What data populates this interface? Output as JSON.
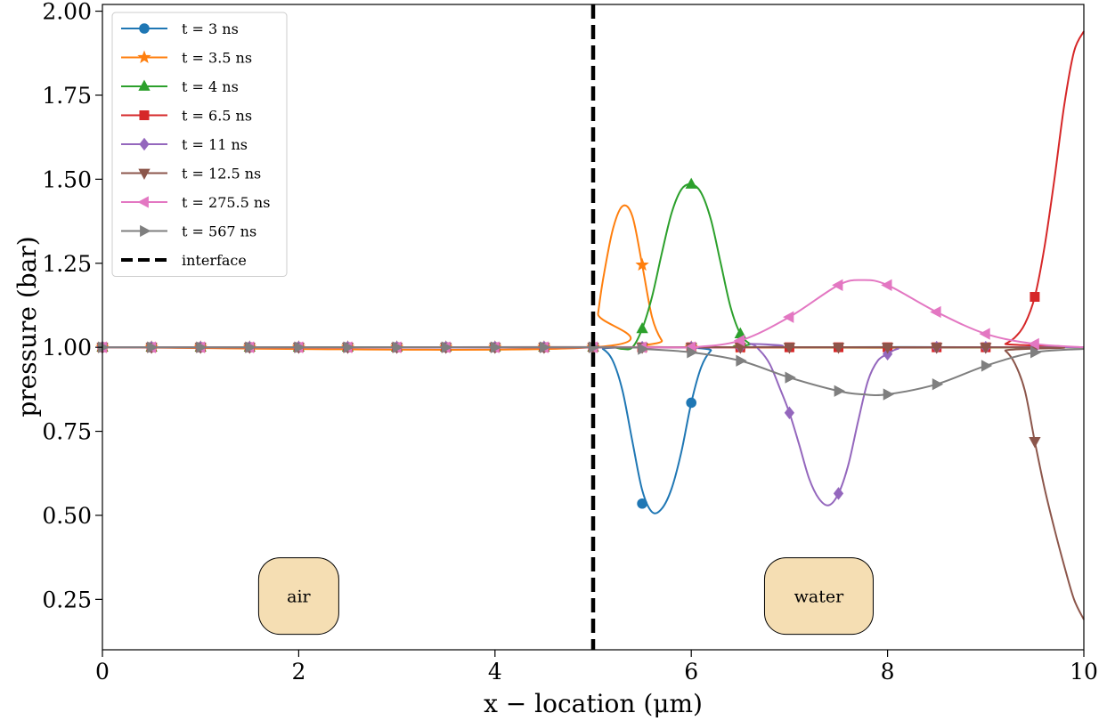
{
  "chart_data": {
    "type": "line",
    "xlabel": "x − location (μm)",
    "ylabel": "pressure (bar)",
    "xlim": [
      0,
      10
    ],
    "ylim": [
      0.1,
      2.02
    ],
    "xticks": [
      0,
      2,
      4,
      6,
      8,
      10
    ],
    "xtick_labels": [
      "0",
      "2",
      "4",
      "6",
      "8",
      "10"
    ],
    "yticks": [
      0.25,
      0.5,
      0.75,
      1.0,
      1.25,
      1.5,
      1.75,
      2.0
    ],
    "ytick_labels": [
      "0.25",
      "0.50",
      "0.75",
      "1.00",
      "1.25",
      "1.50",
      "1.75",
      "2.00"
    ],
    "grid": false,
    "legend_position": "top-left",
    "interface": {
      "x": 5,
      "label": "interface",
      "color": "#000000"
    },
    "annotations": [
      {
        "text": "air",
        "x": 2.0,
        "y": 0.26
      },
      {
        "text": "water",
        "x": 7.3,
        "y": 0.26
      }
    ],
    "series": [
      {
        "name": "t = 3 ns",
        "color": "#1f77b4",
        "marker": "circle",
        "curve": [
          [
            0,
            1
          ],
          [
            5,
            1
          ],
          [
            5.1,
            0.995
          ],
          [
            5.2,
            0.96
          ],
          [
            5.3,
            0.87
          ],
          [
            5.4,
            0.72
          ],
          [
            5.5,
            0.575
          ],
          [
            5.6,
            0.51
          ],
          [
            5.7,
            0.52
          ],
          [
            5.8,
            0.58
          ],
          [
            5.9,
            0.69
          ],
          [
            6.0,
            0.835
          ],
          [
            6.1,
            0.94
          ],
          [
            6.2,
            0.99
          ],
          [
            6.3,
            1.0
          ],
          [
            10,
            1
          ]
        ],
        "markers": [
          [
            0,
            1
          ],
          [
            0.5,
            1
          ],
          [
            1,
            1
          ],
          [
            1.5,
            1
          ],
          [
            2,
            1
          ],
          [
            2.5,
            1
          ],
          [
            3,
            1
          ],
          [
            3.5,
            1
          ],
          [
            4,
            1
          ],
          [
            4.5,
            1
          ],
          [
            5,
            1
          ],
          [
            5.5,
            0.535
          ],
          [
            6,
            0.835
          ],
          [
            6.5,
            1
          ]
        ]
      },
      {
        "name": "t = 3.5 ns",
        "color": "#ff7f0e",
        "marker": "star",
        "curve": [
          [
            0,
            1
          ],
          [
            5,
            1
          ],
          [
            5.05,
            1.1
          ],
          [
            5.1,
            1.2
          ],
          [
            5.2,
            1.35
          ],
          [
            5.3,
            1.42
          ],
          [
            5.4,
            1.39
          ],
          [
            5.5,
            1.245
          ],
          [
            5.6,
            1.09
          ],
          [
            5.7,
            1.02
          ],
          [
            5.8,
            1.0
          ],
          [
            10,
            1
          ]
        ],
        "markers": [
          [
            0,
            1
          ],
          [
            0.5,
            1
          ],
          [
            1,
            1
          ],
          [
            1.5,
            1
          ],
          [
            2,
            1
          ],
          [
            2.5,
            1
          ],
          [
            3,
            1
          ],
          [
            3.5,
            1
          ],
          [
            4,
            1
          ],
          [
            4.5,
            1
          ],
          [
            5,
            1
          ],
          [
            5.5,
            1.245
          ],
          [
            6,
            1
          ],
          [
            6.5,
            1
          ]
        ]
      },
      {
        "name": "t = 4 ns",
        "color": "#2ca02c",
        "marker": "triangle-up",
        "curve": [
          [
            0,
            1
          ],
          [
            5,
            1
          ],
          [
            5.2,
            1.0
          ],
          [
            5.3,
            0.995
          ],
          [
            5.4,
            1.0
          ],
          [
            5.5,
            1.055
          ],
          [
            5.6,
            1.15
          ],
          [
            5.7,
            1.28
          ],
          [
            5.8,
            1.4
          ],
          [
            5.9,
            1.47
          ],
          [
            6.0,
            1.485
          ],
          [
            6.1,
            1.46
          ],
          [
            6.2,
            1.38
          ],
          [
            6.3,
            1.25
          ],
          [
            6.4,
            1.12
          ],
          [
            6.5,
            1.04
          ],
          [
            6.6,
            1.01
          ],
          [
            6.7,
            1.0
          ],
          [
            10,
            1
          ]
        ],
        "markers": [
          [
            0,
            1
          ],
          [
            0.5,
            1
          ],
          [
            1,
            1
          ],
          [
            1.5,
            1
          ],
          [
            2,
            1
          ],
          [
            2.5,
            1
          ],
          [
            3,
            1
          ],
          [
            3.5,
            1
          ],
          [
            4,
            1
          ],
          [
            4.5,
            1
          ],
          [
            5,
            1
          ],
          [
            5.5,
            1.055
          ],
          [
            6,
            1.485
          ],
          [
            6.5,
            1.04
          ]
        ]
      },
      {
        "name": "t = 6.5 ns",
        "color": "#d62728",
        "marker": "square",
        "curve": [
          [
            0,
            1
          ],
          [
            9.1,
            1
          ],
          [
            9.2,
            1.01
          ],
          [
            9.3,
            1.03
          ],
          [
            9.4,
            1.07
          ],
          [
            9.5,
            1.15
          ],
          [
            9.6,
            1.3
          ],
          [
            9.7,
            1.5
          ],
          [
            9.8,
            1.72
          ],
          [
            9.9,
            1.88
          ],
          [
            10,
            1.94
          ]
        ],
        "markers": [
          [
            0,
            1
          ],
          [
            0.5,
            1
          ],
          [
            1,
            1
          ],
          [
            1.5,
            1
          ],
          [
            2,
            1
          ],
          [
            2.5,
            1
          ],
          [
            3,
            1
          ],
          [
            3.5,
            1
          ],
          [
            4,
            1
          ],
          [
            4.5,
            1
          ],
          [
            5,
            1
          ],
          [
            5.5,
            1
          ],
          [
            6,
            1
          ],
          [
            6.5,
            1
          ],
          [
            7,
            1
          ],
          [
            7.5,
            1
          ],
          [
            8,
            1
          ],
          [
            8.5,
            1
          ],
          [
            9,
            1
          ],
          [
            9.5,
            1.15
          ]
        ]
      },
      {
        "name": "t = 11 ns",
        "color": "#9467bd",
        "marker": "diamond",
        "curve": [
          [
            0,
            1
          ],
          [
            6.4,
            1
          ],
          [
            6.6,
            1.01
          ],
          [
            6.7,
            0.99
          ],
          [
            6.8,
            0.95
          ],
          [
            6.9,
            0.88
          ],
          [
            7.0,
            0.805
          ],
          [
            7.1,
            0.71
          ],
          [
            7.2,
            0.61
          ],
          [
            7.3,
            0.55
          ],
          [
            7.4,
            0.53
          ],
          [
            7.5,
            0.565
          ],
          [
            7.6,
            0.65
          ],
          [
            7.7,
            0.78
          ],
          [
            7.8,
            0.9
          ],
          [
            7.9,
            0.96
          ],
          [
            8.0,
            0.98
          ],
          [
            8.1,
            0.995
          ],
          [
            8.3,
            1.0
          ],
          [
            10,
            1
          ]
        ],
        "markers": [
          [
            0,
            1
          ],
          [
            0.5,
            1
          ],
          [
            1,
            1
          ],
          [
            1.5,
            1
          ],
          [
            2,
            1
          ],
          [
            2.5,
            1
          ],
          [
            3,
            1
          ],
          [
            3.5,
            1
          ],
          [
            4,
            1
          ],
          [
            4.5,
            1
          ],
          [
            5,
            1
          ],
          [
            5.5,
            1
          ],
          [
            6,
            1
          ],
          [
            6.5,
            1
          ],
          [
            7,
            0.805
          ],
          [
            7.5,
            0.565
          ],
          [
            8,
            0.98
          ],
          [
            8.5,
            1
          ],
          [
            9,
            1
          ],
          [
            9.5,
            1
          ]
        ]
      },
      {
        "name": "t = 12.5 ns",
        "color": "#8c564b",
        "marker": "triangle-down",
        "curve": [
          [
            0,
            1
          ],
          [
            9.1,
            1
          ],
          [
            9.2,
            0.99
          ],
          [
            9.3,
            0.95
          ],
          [
            9.4,
            0.87
          ],
          [
            9.5,
            0.72
          ],
          [
            9.6,
            0.58
          ],
          [
            9.7,
            0.46
          ],
          [
            9.8,
            0.35
          ],
          [
            9.9,
            0.25
          ],
          [
            10,
            0.19
          ]
        ],
        "markers": [
          [
            0,
            1
          ],
          [
            0.5,
            1
          ],
          [
            1,
            1
          ],
          [
            1.5,
            1
          ],
          [
            2,
            1
          ],
          [
            2.5,
            1
          ],
          [
            3,
            1
          ],
          [
            3.5,
            1
          ],
          [
            4,
            1
          ],
          [
            4.5,
            1
          ],
          [
            5,
            1
          ],
          [
            5.5,
            1
          ],
          [
            6,
            1
          ],
          [
            6.5,
            1
          ],
          [
            7,
            1
          ],
          [
            7.5,
            1
          ],
          [
            8,
            1
          ],
          [
            8.5,
            1
          ],
          [
            9,
            1
          ],
          [
            9.5,
            0.72
          ]
        ]
      },
      {
        "name": "t = 275.5 ns",
        "color": "#e377c2",
        "marker": "triangle-left",
        "curve": [
          [
            0,
            1
          ],
          [
            5.5,
            1
          ],
          [
            6.0,
            1.0
          ],
          [
            6.5,
            1.02
          ],
          [
            7.0,
            1.09
          ],
          [
            7.5,
            1.185
          ],
          [
            7.75,
            1.2
          ],
          [
            8.0,
            1.185
          ],
          [
            8.5,
            1.105
          ],
          [
            9.0,
            1.04
          ],
          [
            9.5,
            1.01
          ],
          [
            10,
            1.0
          ]
        ],
        "markers": [
          [
            0,
            1
          ],
          [
            0.5,
            1
          ],
          [
            1,
            1
          ],
          [
            1.5,
            1
          ],
          [
            2,
            1
          ],
          [
            2.5,
            1
          ],
          [
            3,
            1
          ],
          [
            3.5,
            1
          ],
          [
            4,
            1
          ],
          [
            4.5,
            1
          ],
          [
            5,
            1
          ],
          [
            5.5,
            1
          ],
          [
            6,
            1
          ],
          [
            6.5,
            1.02
          ],
          [
            7,
            1.09
          ],
          [
            7.5,
            1.185
          ],
          [
            8,
            1.185
          ],
          [
            8.5,
            1.105
          ],
          [
            9,
            1.04
          ],
          [
            9.5,
            1.01
          ]
        ]
      },
      {
        "name": "t = 567 ns",
        "color": "#7f7f7f",
        "marker": "triangle-right",
        "curve": [
          [
            0,
            1
          ],
          [
            5,
            1
          ],
          [
            5.5,
            0.995
          ],
          [
            6.0,
            0.985
          ],
          [
            6.5,
            0.96
          ],
          [
            7.0,
            0.91
          ],
          [
            7.5,
            0.87
          ],
          [
            7.75,
            0.86
          ],
          [
            8.0,
            0.86
          ],
          [
            8.5,
            0.89
          ],
          [
            9.0,
            0.945
          ],
          [
            9.5,
            0.985
          ],
          [
            10,
            0.995
          ]
        ],
        "markers": [
          [
            0,
            1
          ],
          [
            0.5,
            1
          ],
          [
            1,
            1
          ],
          [
            1.5,
            1
          ],
          [
            2,
            1
          ],
          [
            2.5,
            1
          ],
          [
            3,
            1
          ],
          [
            3.5,
            1
          ],
          [
            4,
            1
          ],
          [
            4.5,
            1
          ],
          [
            5,
            1
          ],
          [
            5.5,
            0.995
          ],
          [
            6,
            0.985
          ],
          [
            6.5,
            0.96
          ],
          [
            7,
            0.91
          ],
          [
            7.5,
            0.87
          ],
          [
            8,
            0.86
          ],
          [
            8.5,
            0.89
          ],
          [
            9,
            0.945
          ],
          [
            9.5,
            0.985
          ]
        ]
      }
    ]
  }
}
